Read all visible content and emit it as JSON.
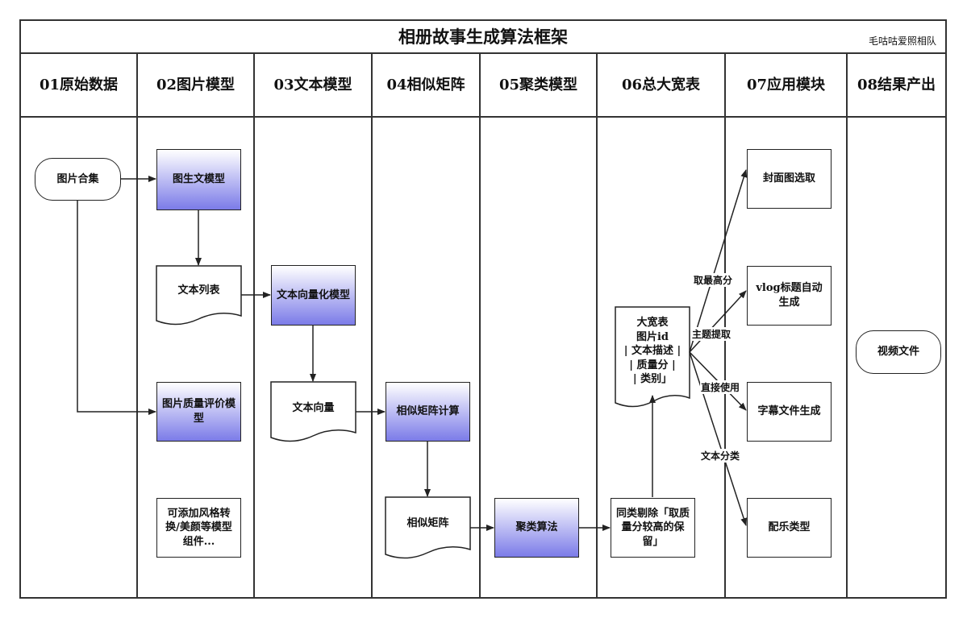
{
  "title": "相册故事生成算法框架",
  "team": "毛咕咕爱照相队",
  "columns": [
    "01原始数据",
    "02图片模型",
    "03文本模型",
    "04相似矩阵",
    "05聚类模型",
    "06总大宽表",
    "07应用模块",
    "08结果产出"
  ],
  "nodes": {
    "photo_set": "图片合集",
    "img2text_model": "图生文模型",
    "text_list": "文本列表",
    "text_vector_model": "文本向量化模型",
    "text_vector": "文本向量",
    "quality_model": "图片质量评价模型",
    "addon_components": "可添加风格转换/美颜等模型组件...",
    "similarity_calc": "相似矩阵计算",
    "similarity_matrix": "相似矩阵",
    "cluster_algo": "聚类算法",
    "dedup": "同类剔除「取质量分较高的保留」",
    "wide_table": [
      "大宽表",
      "图片id",
      "| 文本描述 |",
      "| 质量分 |",
      "| 类别」"
    ],
    "cover_select": "封面图选取",
    "vlog_title": "vlog标题自动生成",
    "subtitle_gen": "字幕文件生成",
    "music_type": "配乐类型",
    "video_file": "视频文件"
  },
  "edge_labels": {
    "top_score": "取最高分",
    "topic_extract": "主题提取",
    "direct_use": "直接使用",
    "text_classify": "文本分类"
  }
}
